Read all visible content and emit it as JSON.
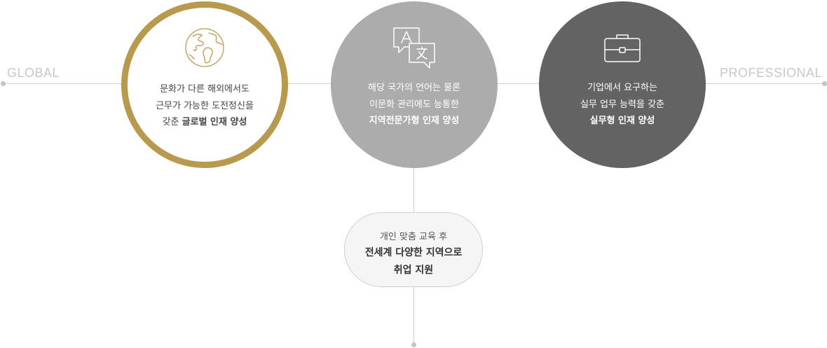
{
  "labels": {
    "left": "GLOBAL",
    "right": "PROFESSIONAL"
  },
  "circles": [
    {
      "icon": "globe-icon",
      "lines": [
        "문화가 다른 해외에서도",
        "근무가 가능한 도전정신을"
      ],
      "last_prefix": "갖춘 ",
      "last_bold": "글로벌 인재 양성"
    },
    {
      "icon": "translate-icon",
      "lines": [
        "해당 국가의 언어는 물론",
        "이문화 관리에도 능통한"
      ],
      "last_prefix": "",
      "last_bold": "지역전문가형 인재 양성"
    },
    {
      "icon": "briefcase-icon",
      "lines": [
        "기업에서 요구하는",
        "실무 업무 능력을 갖춘"
      ],
      "last_prefix": "",
      "last_bold": "실무형 인재 양성"
    }
  ],
  "pill": {
    "line1": "개인 맞춤 교육 후",
    "line2": "전세계 다양한 지역으로",
    "line3": "취업 지원"
  },
  "colors": {
    "gold": "#b89a4f",
    "gray_mid": "#acacac",
    "gray_dark": "#636363",
    "line": "#cfcfcf"
  }
}
